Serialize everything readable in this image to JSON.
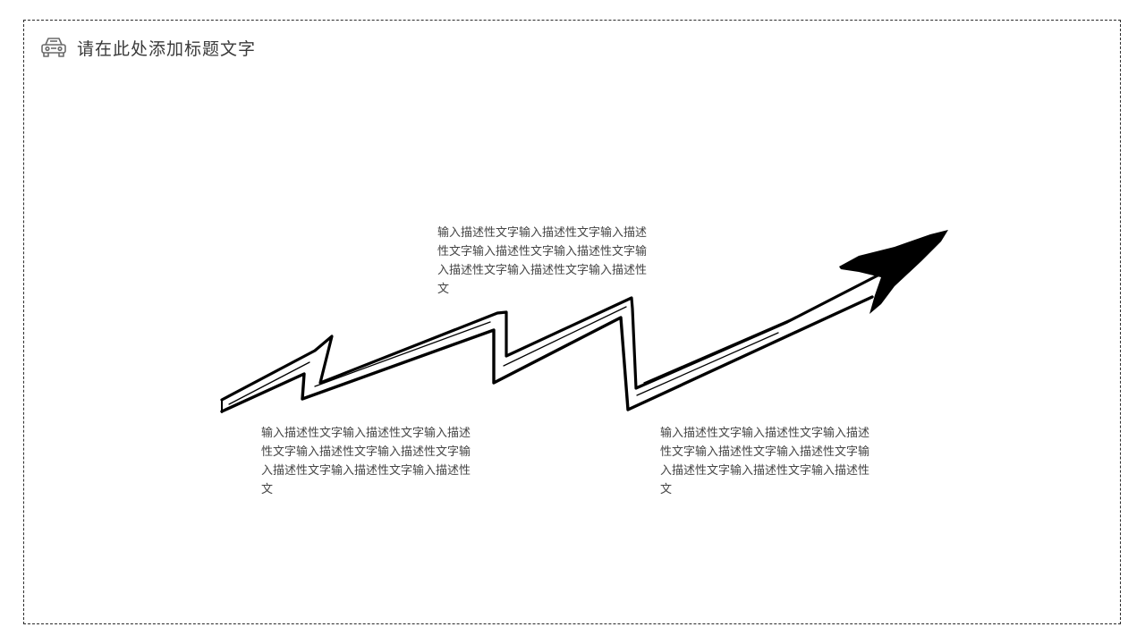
{
  "header": {
    "title": "请在此处添加标题文字",
    "icon": "car-icon"
  },
  "descriptions": {
    "top": "输入描述性文字输入描述性文字输入描述性文字输入描述性文字输入描述性文字输入描述性文字输入描述性文字输入描述性文",
    "left": "输入描述性文字输入描述性文字输入描述性文字输入描述性文字输入描述性文字输入描述性文字输入描述性文字输入描述性文",
    "right": "输入描述性文字输入描述性文字输入描述性文字输入描述性文字输入描述性文字输入描述性文字输入描述性文字输入描述性文"
  },
  "colors": {
    "frame": "#2b2b2b",
    "arrow": "#000000",
    "text": "#444444"
  }
}
